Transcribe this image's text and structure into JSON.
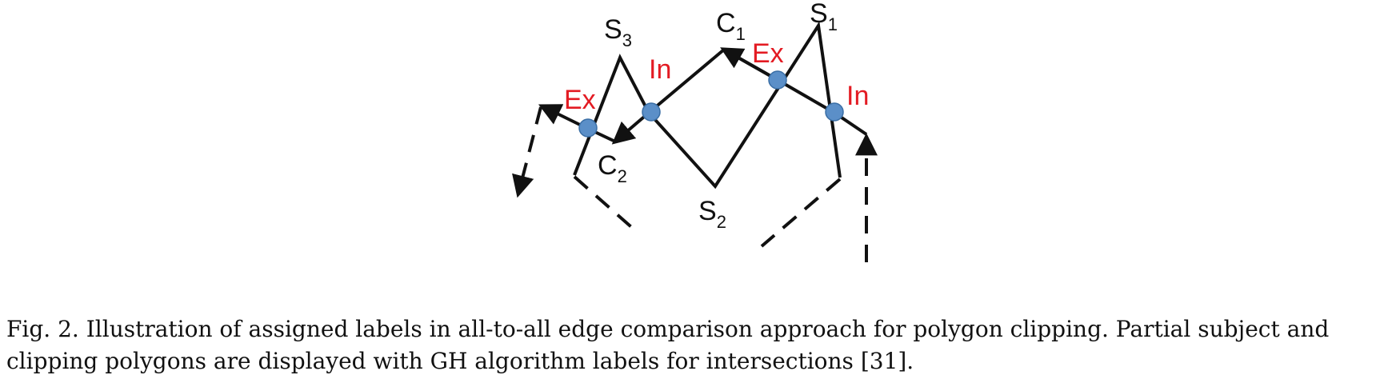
{
  "diagram": {
    "vertices": {
      "s1": {
        "name": "S",
        "sub": "1"
      },
      "s2": {
        "name": "S",
        "sub": "2"
      },
      "s3": {
        "name": "S",
        "sub": "3"
      },
      "c1": {
        "name": "C",
        "sub": "1"
      },
      "c2": {
        "name": "C",
        "sub": "2"
      }
    },
    "intersections": [
      {
        "label": "Ex",
        "color": "#e31b23"
      },
      {
        "label": "In",
        "color": "#e31b23"
      },
      {
        "label": "Ex",
        "color": "#e31b23"
      },
      {
        "label": "In",
        "color": "#e31b23"
      }
    ],
    "intersection_fill": "#5b8fc8",
    "line_color": "#111111"
  },
  "caption": {
    "text": "Fig. 2.  Illustration of assigned labels in all-to-all edge comparison approach for polygon clipping. Partial subject and clipping polygons are displayed with GH algorithm labels for intersections [31]."
  }
}
